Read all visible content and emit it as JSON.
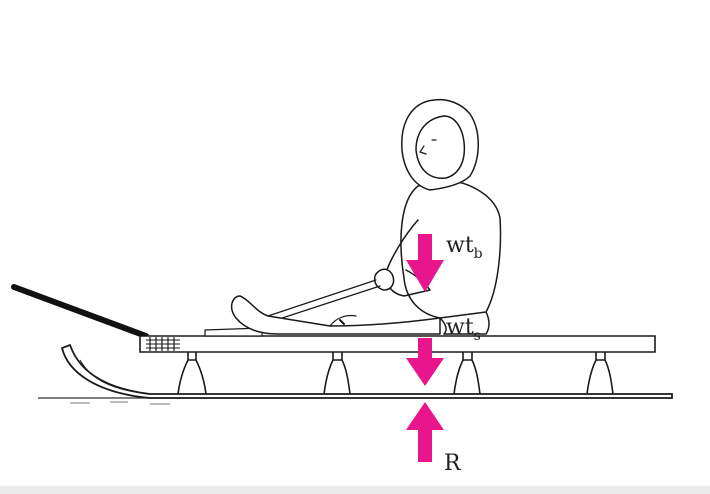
{
  "labels": {
    "wt_b": {
      "main": "wt",
      "sub": "b"
    },
    "wt_s": {
      "main": "wt",
      "sub": "s"
    },
    "R": {
      "main": "R"
    }
  },
  "colors": {
    "arrow": "#e8158c",
    "ink": "#1a1a1a",
    "background": "#ffffff",
    "bottom_bar": "#ececec"
  }
}
